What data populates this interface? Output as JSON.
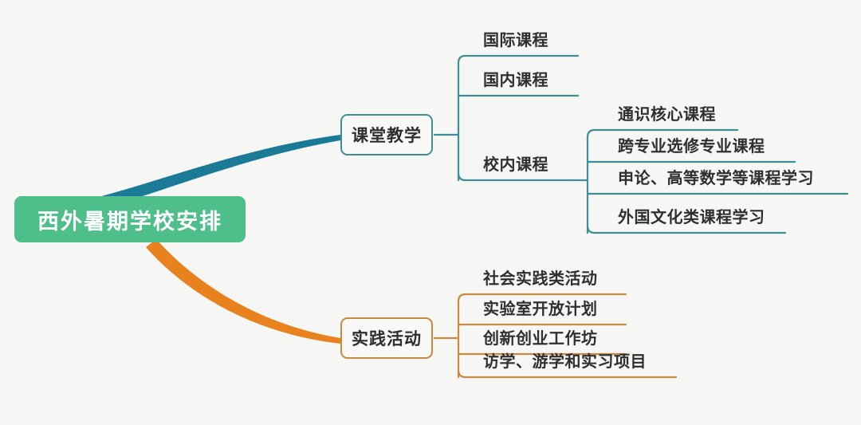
{
  "diagram": {
    "title": "西外暑期学校安排",
    "type": "mindmap",
    "background_color": "#F6F6F4",
    "root": {
      "label": "西外暑期学校安排",
      "fill_color": "#4EBE8A",
      "text_color": "#FFFFFF"
    },
    "branches": [
      {
        "id": "teaching",
        "label": "课堂教学",
        "accent_color": "#3E8E96",
        "curve_color": "#1B7A96",
        "children": [
          {
            "label": "国际课程",
            "children": []
          },
          {
            "label": "国内课程",
            "children": []
          },
          {
            "label": "校内课程",
            "children": [
              {
                "label": "通识核心课程"
              },
              {
                "label": "跨专业选修专业课程"
              },
              {
                "label": "申论、高等数学等课程学习"
              },
              {
                "label": "外国文化类课程学习"
              }
            ]
          }
        ]
      },
      {
        "id": "practice",
        "label": "实践活动",
        "accent_color": "#C78A42",
        "curve_color": "#E8821E",
        "children": [
          {
            "label": "社会实践类活动",
            "children": []
          },
          {
            "label": "实验室开放计划",
            "children": []
          },
          {
            "label": "创新创业工作坊",
            "children": []
          },
          {
            "label": "访学、游学和实习项目",
            "children": []
          }
        ]
      }
    ]
  }
}
